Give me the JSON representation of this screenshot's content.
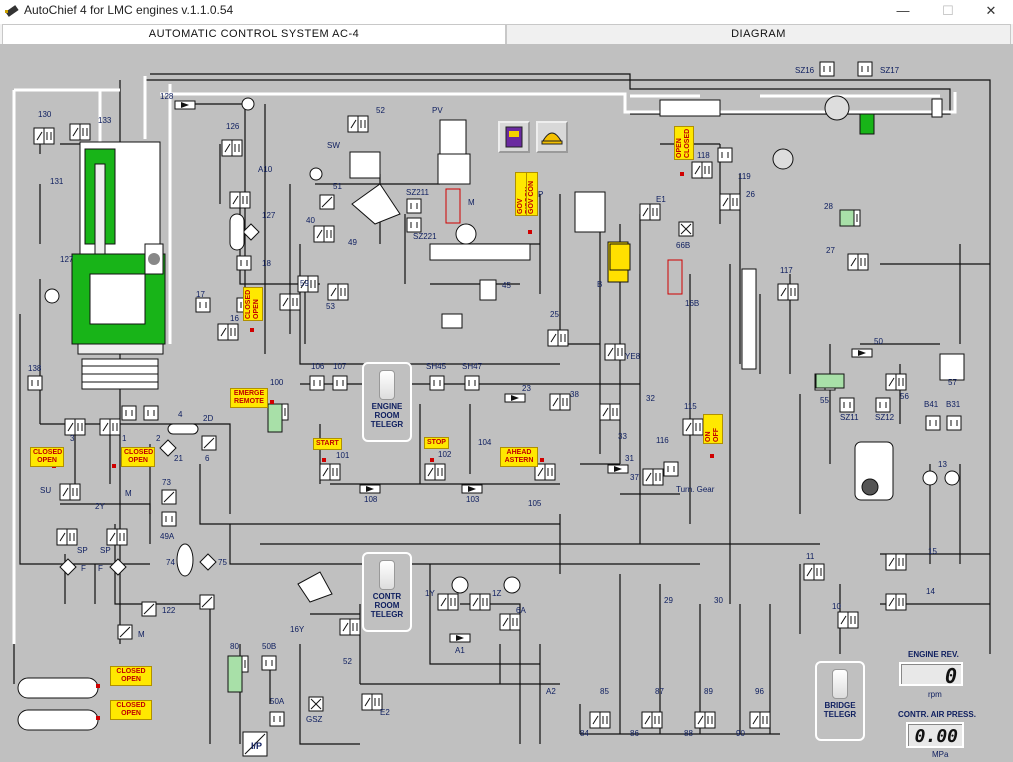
{
  "window": {
    "title": "AutoChief 4 for LMC engines  v.1.1.0.54",
    "minimize": "—",
    "maximize": "☐",
    "close": "✕"
  },
  "tabs": [
    {
      "label": "AUTOMATIC CONTROL SYSTEM AC-4",
      "active": true
    },
    {
      "label": "DIAGRAM",
      "active": false
    }
  ],
  "component_labels": {
    "c130": "130",
    "c133": "133",
    "c131": "131",
    "c127a": "127",
    "c128": "128",
    "c126": "126",
    "c52": "52",
    "cPV": "PV",
    "cSW": "SW",
    "cA10": "A10",
    "c127b": "127",
    "c18": "18",
    "c51": "51",
    "c40": "40",
    "c49": "49",
    "cSZ211": "SZ211",
    "cSZ221": "SZ221",
    "cM": "M",
    "cP": "P",
    "cE1": "E1",
    "c119": "119",
    "c118": "118",
    "c26": "26",
    "c28": "28",
    "c27": "27",
    "c66B": "66B",
    "c16B": "16B",
    "cB": "B",
    "c117": "117",
    "c17": "17",
    "c16": "16",
    "c59": "59",
    "c53": "53",
    "c45": "45",
    "c25": "25",
    "cYE8": "YE8",
    "c50": "50",
    "c55": "55",
    "c56": "56",
    "c57": "57",
    "cSZ11": "SZ11",
    "cSZ12": "SZ12",
    "cB41": "B41",
    "cB31": "B31",
    "c138": "138",
    "c106": "106",
    "c107": "107",
    "cSH45": "SH45",
    "cSH47": "SH47",
    "c23": "23",
    "c38": "38",
    "c32": "32",
    "c33": "33",
    "c115": "115",
    "c116": "116",
    "c31": "31",
    "c37": "37",
    "c13": "13",
    "cTurn": "Turn. Gear",
    "c100": "100",
    "c3": "3",
    "c1": "1",
    "c4": "4",
    "c2D": "2D",
    "c2": "2",
    "c21": "21",
    "c6": "6",
    "c101": "101",
    "c102": "102",
    "c104": "104",
    "c108": "108",
    "c103": "103",
    "c105": "105",
    "cSU": "SU",
    "cM2": "M",
    "c2Y": "2Y",
    "cSP1": "SP",
    "cSP2": "SP",
    "cF1": "F",
    "cF2": "F",
    "c73": "73",
    "c49A": "49A",
    "c74": "74",
    "c75": "75",
    "c122": "122",
    "cM3": "M",
    "c16Y": "16Y",
    "c52b": "52",
    "c1Y": "1Y",
    "c1Z": "1Z",
    "c6A": "6A",
    "cA1": "A1",
    "c29": "29",
    "c30": "30",
    "c11": "11",
    "c15": "15",
    "c10": "10",
    "c14": "14",
    "c80": "80",
    "c50B": "50B",
    "c50A": "50A",
    "cGSZ": "GSZ",
    "cE2": "E2",
    "cA2": "A2",
    "c85": "85",
    "c87": "87",
    "c89": "89",
    "c96": "96",
    "c84": "84",
    "c86": "86",
    "c88": "88",
    "c90": "90",
    "cSZ16": "SZ16",
    "cSZ17": "SZ17",
    "cIP": "I/P"
  },
  "tags": {
    "closed_open_16": "CLOSED OPEN",
    "open_closed_118": "OPEN CLOSED",
    "gov_discon": "GOV DISCON",
    "gov_con": "GOV CON",
    "emerge_remote": "EMERGE REMOTE",
    "start": "START",
    "stop": "STOP",
    "ahead_astern": "AHEAD ASTERN",
    "on_off": "ON OFF",
    "closed_open_3": "CLOSED OPEN",
    "closed_open_1": "CLOSED OPEN",
    "closed_open_bot1": "CLOSED OPEN",
    "closed_open_bot2": "CLOSED OPEN"
  },
  "telegraphs": {
    "engine_room": "ENGINE ROOM TELEGR",
    "contr_room": "CONTR ROOM TELEGR",
    "bridge": "BRIDGE TELEGR"
  },
  "gauges": {
    "engine_rev": {
      "label": "ENGINE REV.",
      "value": "0",
      "unit": "rpm"
    },
    "contr_air": {
      "label": "CONTR. AIR PRESS.",
      "value": "0.00",
      "unit": "MPa"
    }
  },
  "colors": {
    "panel": "#c0c0c0",
    "line": "#1a1a1a",
    "pipe_white": "#ffffff",
    "engine_green": "#18b418",
    "tag_yellow": "#ffe800",
    "tag_red": "#c00000",
    "label_blue": "#102060"
  }
}
